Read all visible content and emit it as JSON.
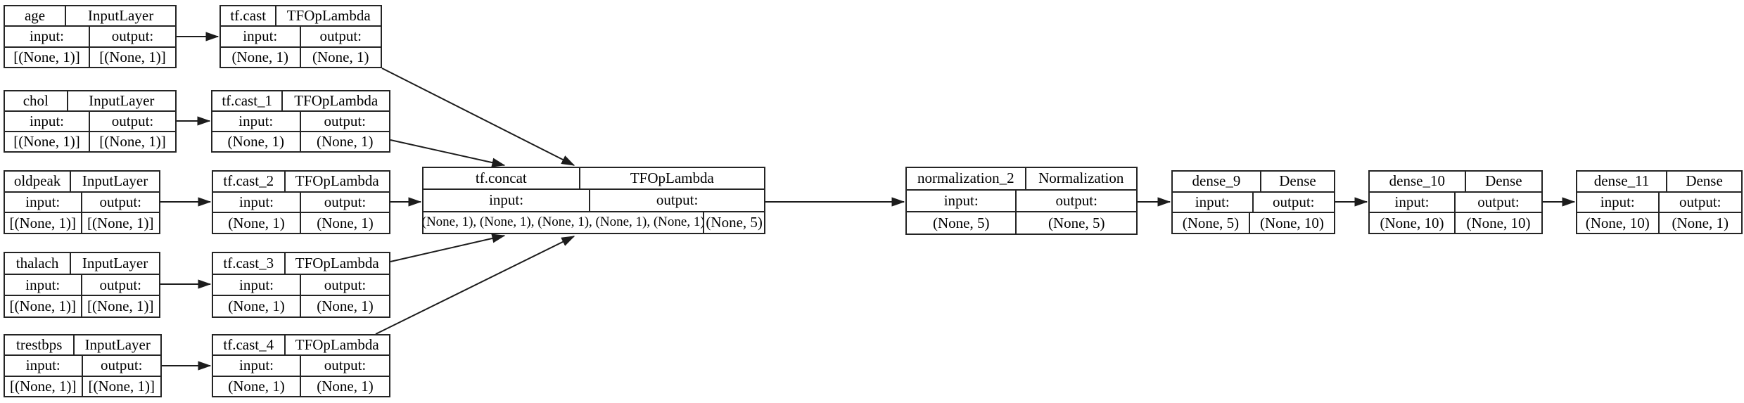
{
  "diagram": {
    "kind": "keras-model-plot",
    "background_color": "#ffffff",
    "line_color": "#1c1c1c"
  },
  "labels": {
    "input": "input:",
    "output": "output:"
  },
  "nodes": [
    {
      "id": "age",
      "name": "age",
      "type": "InputLayer",
      "input_shape": "[(None, 1)]",
      "output_shape": "[(None, 1)]"
    },
    {
      "id": "chol",
      "name": "chol",
      "type": "InputLayer",
      "input_shape": "[(None, 1)]",
      "output_shape": "[(None, 1)]"
    },
    {
      "id": "oldpeak",
      "name": "oldpeak",
      "type": "InputLayer",
      "input_shape": "[(None, 1)]",
      "output_shape": "[(None, 1)]"
    },
    {
      "id": "thalach",
      "name": "thalach",
      "type": "InputLayer",
      "input_shape": "[(None, 1)]",
      "output_shape": "[(None, 1)]"
    },
    {
      "id": "trestbps",
      "name": "trestbps",
      "type": "InputLayer",
      "input_shape": "[(None, 1)]",
      "output_shape": "[(None, 1)]"
    },
    {
      "id": "tf.cast",
      "name": "tf.cast",
      "type": "TFOpLambda",
      "input_shape": "(None, 1)",
      "output_shape": "(None, 1)"
    },
    {
      "id": "tf.cast_1",
      "name": "tf.cast_1",
      "type": "TFOpLambda",
      "input_shape": "(None, 1)",
      "output_shape": "(None, 1)"
    },
    {
      "id": "tf.cast_2",
      "name": "tf.cast_2",
      "type": "TFOpLambda",
      "input_shape": "(None, 1)",
      "output_shape": "(None, 1)"
    },
    {
      "id": "tf.cast_3",
      "name": "tf.cast_3",
      "type": "TFOpLambda",
      "input_shape": "(None, 1)",
      "output_shape": "(None, 1)"
    },
    {
      "id": "tf.cast_4",
      "name": "tf.cast_4",
      "type": "TFOpLambda",
      "input_shape": "(None, 1)",
      "output_shape": "(None, 1)"
    },
    {
      "id": "tf.concat",
      "name": "tf.concat",
      "type": "TFOpLambda",
      "input_shape": "[(None, 1), (None, 1), (None, 1), (None, 1), (None, 1)]",
      "output_shape": "(None, 5)"
    },
    {
      "id": "normalization_2",
      "name": "normalization_2",
      "type": "Normalization",
      "input_shape": "(None, 5)",
      "output_shape": "(None, 5)"
    },
    {
      "id": "dense_9",
      "name": "dense_9",
      "type": "Dense",
      "input_shape": "(None, 5)",
      "output_shape": "(None, 10)"
    },
    {
      "id": "dense_10",
      "name": "dense_10",
      "type": "Dense",
      "input_shape": "(None, 10)",
      "output_shape": "(None, 10)"
    },
    {
      "id": "dense_11",
      "name": "dense_11",
      "type": "Dense",
      "input_shape": "(None, 10)",
      "output_shape": "(None, 1)"
    }
  ],
  "edges": [
    {
      "from": "age",
      "to": "tf.cast"
    },
    {
      "from": "chol",
      "to": "tf.cast_1"
    },
    {
      "from": "oldpeak",
      "to": "tf.cast_2"
    },
    {
      "from": "thalach",
      "to": "tf.cast_3"
    },
    {
      "from": "trestbps",
      "to": "tf.cast_4"
    },
    {
      "from": "tf.cast",
      "to": "tf.concat"
    },
    {
      "from": "tf.cast_1",
      "to": "tf.concat"
    },
    {
      "from": "tf.cast_2",
      "to": "tf.concat"
    },
    {
      "from": "tf.cast_3",
      "to": "tf.concat"
    },
    {
      "from": "tf.cast_4",
      "to": "tf.concat"
    },
    {
      "from": "tf.concat",
      "to": "normalization_2"
    },
    {
      "from": "normalization_2",
      "to": "dense_9"
    },
    {
      "from": "dense_9",
      "to": "dense_10"
    },
    {
      "from": "dense_10",
      "to": "dense_11"
    }
  ]
}
